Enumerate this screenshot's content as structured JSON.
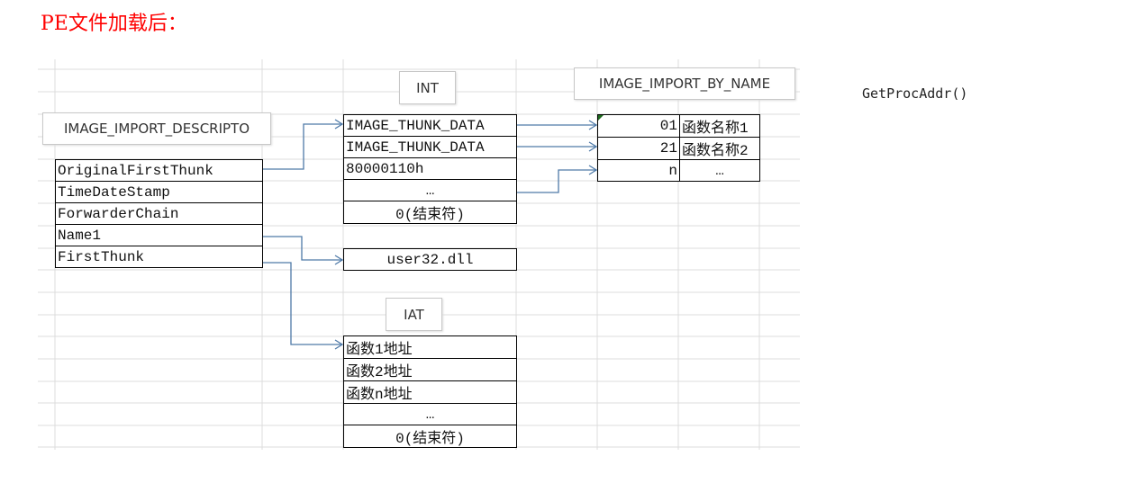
{
  "title": "PE文件加载后：",
  "labels": {
    "descriptor": "IMAGE_IMPORT_DESCRIPTO",
    "int": "INT",
    "by_name": "IMAGE_IMPORT_BY_NAME",
    "iat": "IAT"
  },
  "descriptor_fields": [
    "OriginalFirstThunk",
    "TimeDateStamp",
    "ForwarderChain",
    "Name1",
    "FirstThunk"
  ],
  "int_rows": [
    "IMAGE_THUNK_DATA",
    "IMAGE_THUNK_DATA",
    "80000110h",
    "…",
    "0(结束符)"
  ],
  "dll_name": "user32.dll",
  "iat_rows": [
    "函数1地址",
    "函数2地址",
    "函数n地址",
    "…",
    "0(结束符)"
  ],
  "by_name_rows": [
    {
      "hint": "01",
      "name": "函数名称1"
    },
    {
      "hint": "21",
      "name": "函数名称2"
    },
    {
      "hint": "n",
      "name": "…"
    }
  ],
  "note": "GetProcAddr()",
  "colors": {
    "title": "#ff0000",
    "arrow": "#4f7aa8",
    "grid": "#d9d9d9"
  }
}
